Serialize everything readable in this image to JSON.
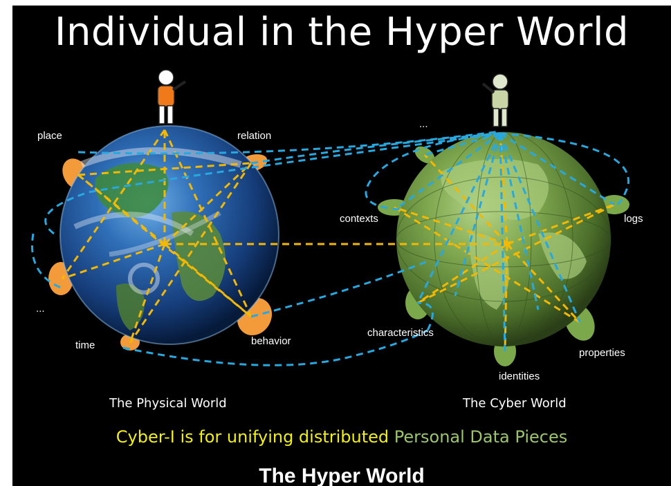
{
  "title": "Individual in the Hyper World",
  "physical_labels": {
    "place": "place",
    "relation": "relation",
    "ellipsis": "...",
    "time": "time",
    "behavior": "behavior"
  },
  "cyber_labels": {
    "ellipsis": "...",
    "contexts": "contexts",
    "logs": "logs",
    "characteristics": "characteristics",
    "properties": "properties",
    "identities": "identities"
  },
  "captions": {
    "physical": "The Physical World",
    "cyber": "The Cyber World"
  },
  "tagline": {
    "part1": "Cyber-I is for unifying distributed",
    "part2": "Personal Data Pieces"
  },
  "footer": "The Hyper World",
  "colors": {
    "background": "#000000",
    "dashed_yellow": "#f5b800",
    "dashed_blue": "#29a8e0",
    "tab_orange": "#f39a3a",
    "tab_green": "#7aa84a",
    "tagline_yellow": "#f2ee1a",
    "tagline_green": "#9cc56b"
  },
  "icons": [
    "person-orange-icon",
    "person-green-icon",
    "earth-globe-icon",
    "cyber-globe-icon"
  ]
}
